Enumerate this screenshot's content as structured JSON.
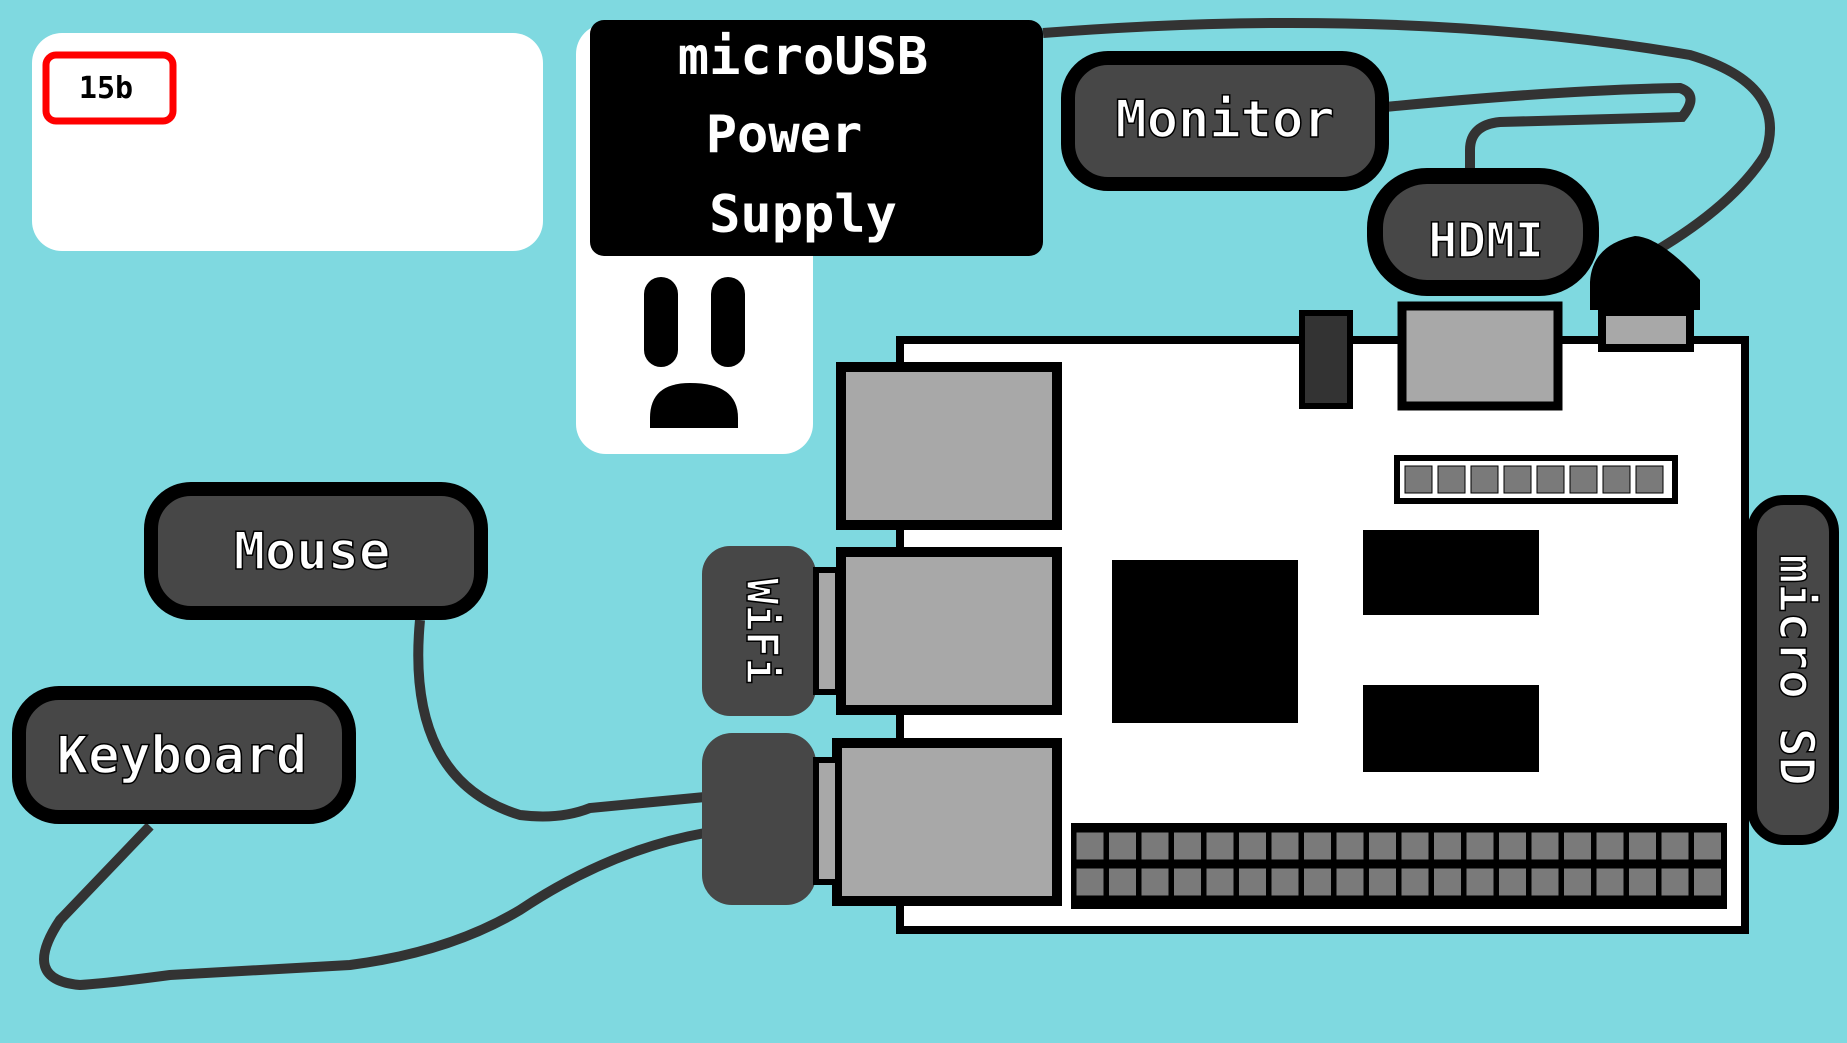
{
  "colors": {
    "background": "#7fd9e0",
    "board": "#ffffff",
    "port_gray": "#a8a8a8",
    "label_fill": "#474747",
    "black": "#000000",
    "badge_red": "#ff0000"
  },
  "badge": {
    "text": "15b"
  },
  "power_supply": {
    "lines": [
      "microUSB",
      "Power",
      "Supply"
    ]
  },
  "labels": {
    "monitor": "Monitor",
    "hdmi": "HDMI",
    "mouse": "Mouse",
    "keyboard": "Keyboard",
    "wifi": "WiFi",
    "microsd": "micro SD"
  },
  "icons": {
    "outlet": "power-outlet-icon",
    "board": "raspberry-pi-board-icon"
  }
}
